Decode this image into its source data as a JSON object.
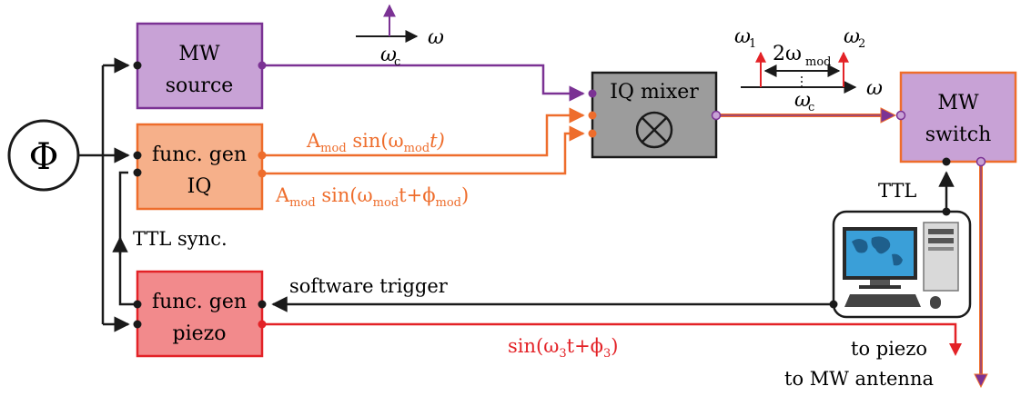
{
  "blocks": {
    "phi": "Φ",
    "mw_source": [
      "MW",
      "source"
    ],
    "func_gen_iq": [
      "func. gen",
      "IQ"
    ],
    "func_gen_piezo": [
      "func. gen",
      "piezo"
    ],
    "iq_mixer": "IQ mixer",
    "mw_switch": [
      "MW",
      "switch"
    ]
  },
  "signals": {
    "carrier_omega": "ω",
    "carrier_omega_c_base": "ω",
    "carrier_omega_c_sub": "c",
    "sideband_omega1_base": "ω",
    "sideband_omega1_sub": "1",
    "sideband_omega2_base": "ω",
    "sideband_omega2_sub": "2",
    "sideband_2omega_base": "2ω",
    "sideband_2omega_sub": "mod",
    "sideband_axis_omega": "ω",
    "sideband_omega_c_base": "ω",
    "sideband_omega_c_sub": "c",
    "iq_signal1": {
      "a": "A",
      "a_sub": "mod",
      "mid": " sin(ω",
      "w_sub": "mod",
      "end": "t)"
    },
    "iq_signal2": {
      "a": "A",
      "a_sub": "mod",
      "mid": " sin(ω",
      "w_sub": "mod",
      "t": "t+ϕ",
      "p_sub": "mod",
      "end": ")"
    },
    "piezo_signal": {
      "start": "sin(ω",
      "w_sub": "3",
      "t": "t+ϕ",
      "p_sub": "3",
      "end": ")"
    }
  },
  "labels": {
    "ttl": "TTL",
    "ttl_sync": "TTL sync.",
    "software_trigger": "software trigger",
    "to_piezo": "to piezo",
    "to_mw_antenna": "to MW antenna"
  },
  "colors": {
    "purple": "#7b3294",
    "purple_fill": "#c8a2d6",
    "orange": "#ee6d2c",
    "orange_fill": "#f6b08a",
    "red": "#e32227",
    "red_fill": "#f28a8c",
    "gray_fill": "#9c9c9c",
    "black": "#1a1a1a"
  }
}
